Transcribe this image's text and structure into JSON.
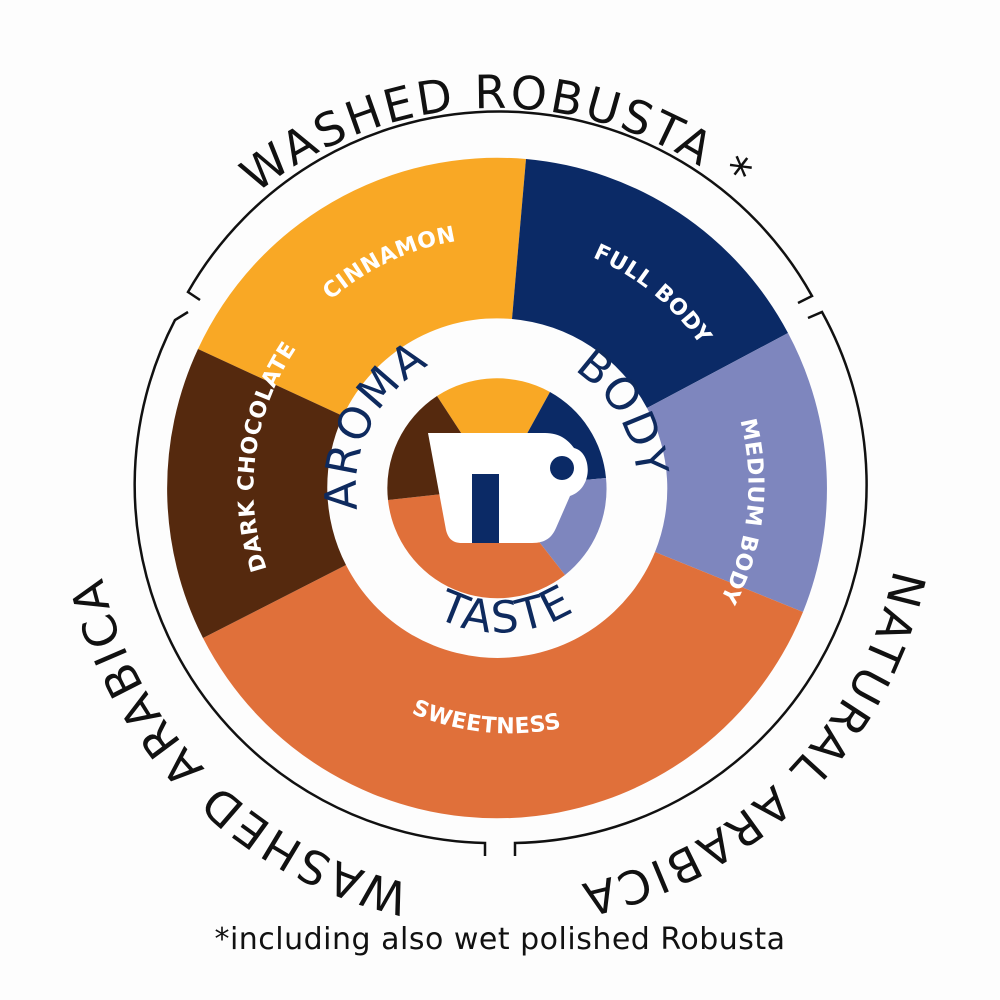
{
  "diagram": {
    "outer_labels": {
      "top": "WASHED ROBUSTA *",
      "left": "WASHED ARABICA",
      "right": "NATURAL ARABICA"
    },
    "segments": [
      {
        "id": "cinnamon",
        "label": "CINNAMON",
        "color": "#F9A825",
        "group": "AROMA"
      },
      {
        "id": "full-body",
        "label": "FULL BODY",
        "color": "#0B2A66",
        "group": "BODY"
      },
      {
        "id": "medium-body",
        "label": "MEDIUM BODY",
        "color": "#7E86BE",
        "group": "BODY"
      },
      {
        "id": "sweetness",
        "label": "SWEETNESS",
        "color": "#E0703A",
        "group": "TASTE"
      },
      {
        "id": "dark-chocolate",
        "label": "DARK CHOCOLATE",
        "color": "#55290E",
        "group": "AROMA"
      }
    ],
    "axis_labels": {
      "aroma": "AROMA",
      "body": "BODY",
      "taste": "TASTE"
    },
    "center_icon": "coffee-cup-icon",
    "colors": {
      "text_navy": "#0E2A5E",
      "bracket": "#111111"
    }
  },
  "footnote": "*including also wet polished Robusta"
}
